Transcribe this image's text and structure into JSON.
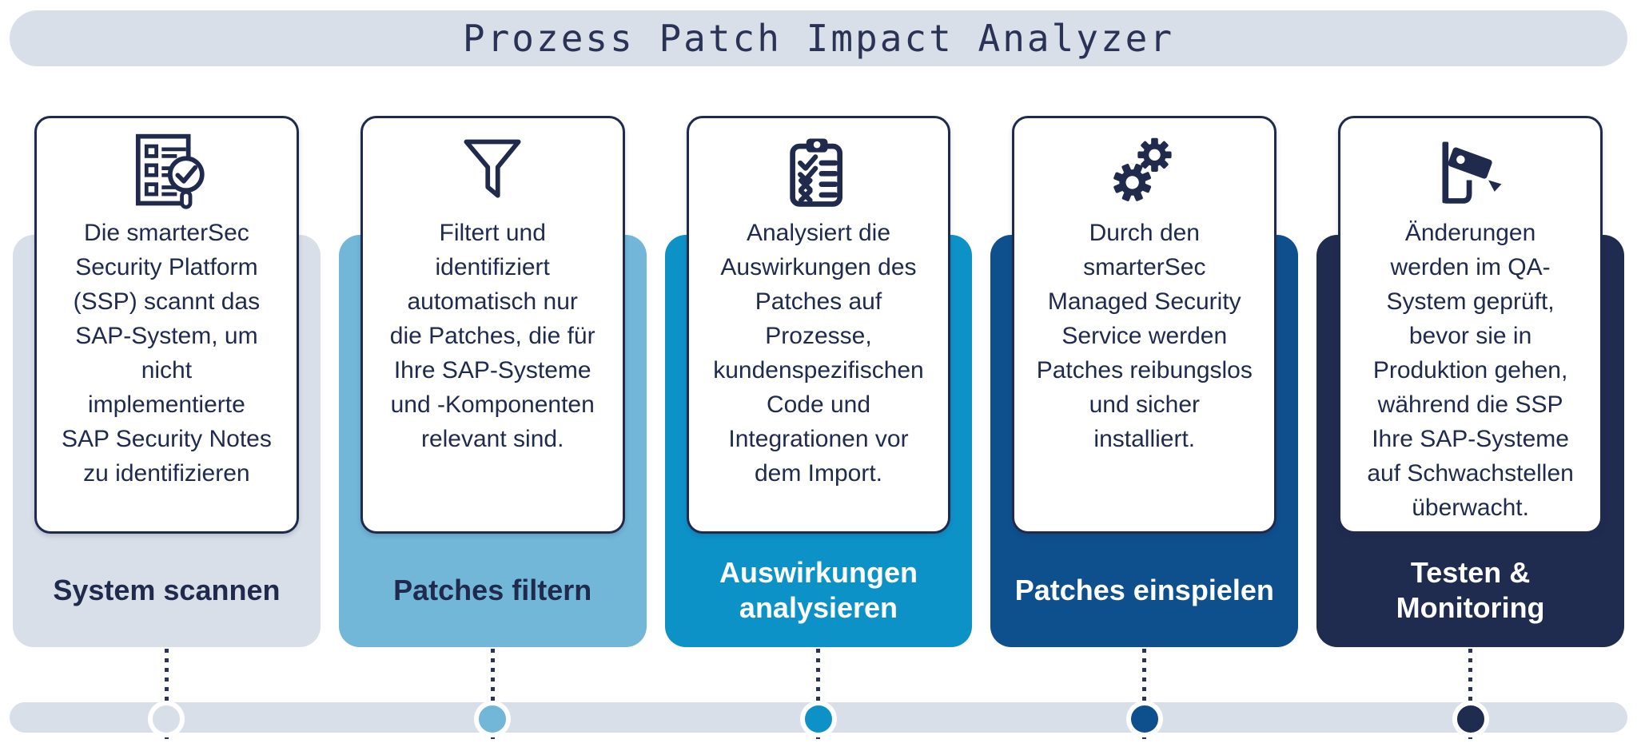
{
  "title": "Prozess Patch Impact Analyzer",
  "colors": {
    "background": "#ffffff",
    "navy_text": "#1f2a4d",
    "title_text": "#2a3356",
    "title_bar_bg": "#d8dfe9",
    "timeline_bar_bg": "#d8dfe9",
    "card_bg": "#ffffff",
    "card_border": "#1f2a4d",
    "dot_ring": "#ffffff",
    "connector": "#2b3452"
  },
  "steps": [
    {
      "label": "System scannen",
      "description": "Die smarterSec\nSecurity Platform\n(SSP) scannt das\nSAP-System, um\nnicht\nimplementierte\nSAP Security Notes\nzu identifizieren",
      "icon": "checklist-magnifier",
      "panel_color": "#d8dfe9",
      "label_color": "#1f2a4d",
      "dot_color": "#d8dfe9"
    },
    {
      "label": "Patches filtern",
      "description": "Filtert und\nidentifiziert\nautomatisch nur\ndie Patches, die für\nIhre SAP-Systeme\nund -Komponenten\nrelevant sind.",
      "icon": "funnel",
      "panel_color": "#72b7d8",
      "label_color": "#1f2a4d",
      "dot_color": "#72b7d8"
    },
    {
      "label": "Auswirkungen\nanalysieren",
      "description": "Analysiert die\nAuswirkungen des\nPatches auf\nProzesse,\nkundenspezifischen\nCode und\nIntegrationen vor\ndem Import.",
      "icon": "clipboard-checklist",
      "panel_color": "#0d92c8",
      "label_color": "#ffffff",
      "dot_color": "#0d92c8"
    },
    {
      "label": "Patches einspielen",
      "description": "Durch den\nsmarterSec\nManaged Security\nService werden\nPatches reibungslos\nund sicher\ninstalliert.",
      "icon": "gears",
      "panel_color": "#0e4f8e",
      "label_color": "#ffffff",
      "dot_color": "#0e4f8e"
    },
    {
      "label": "Testen &\nMonitoring",
      "description": "Änderungen\nwerden im QA-\nSystem geprüft,\nbevor sie in\nProduktion gehen,\nwährend die SSP\nIhre SAP-Systeme\nauf Schwachstellen\nüberwacht.",
      "icon": "security-camera",
      "panel_color": "#202b50",
      "label_color": "#ffffff",
      "dot_color": "#202b50"
    }
  ]
}
